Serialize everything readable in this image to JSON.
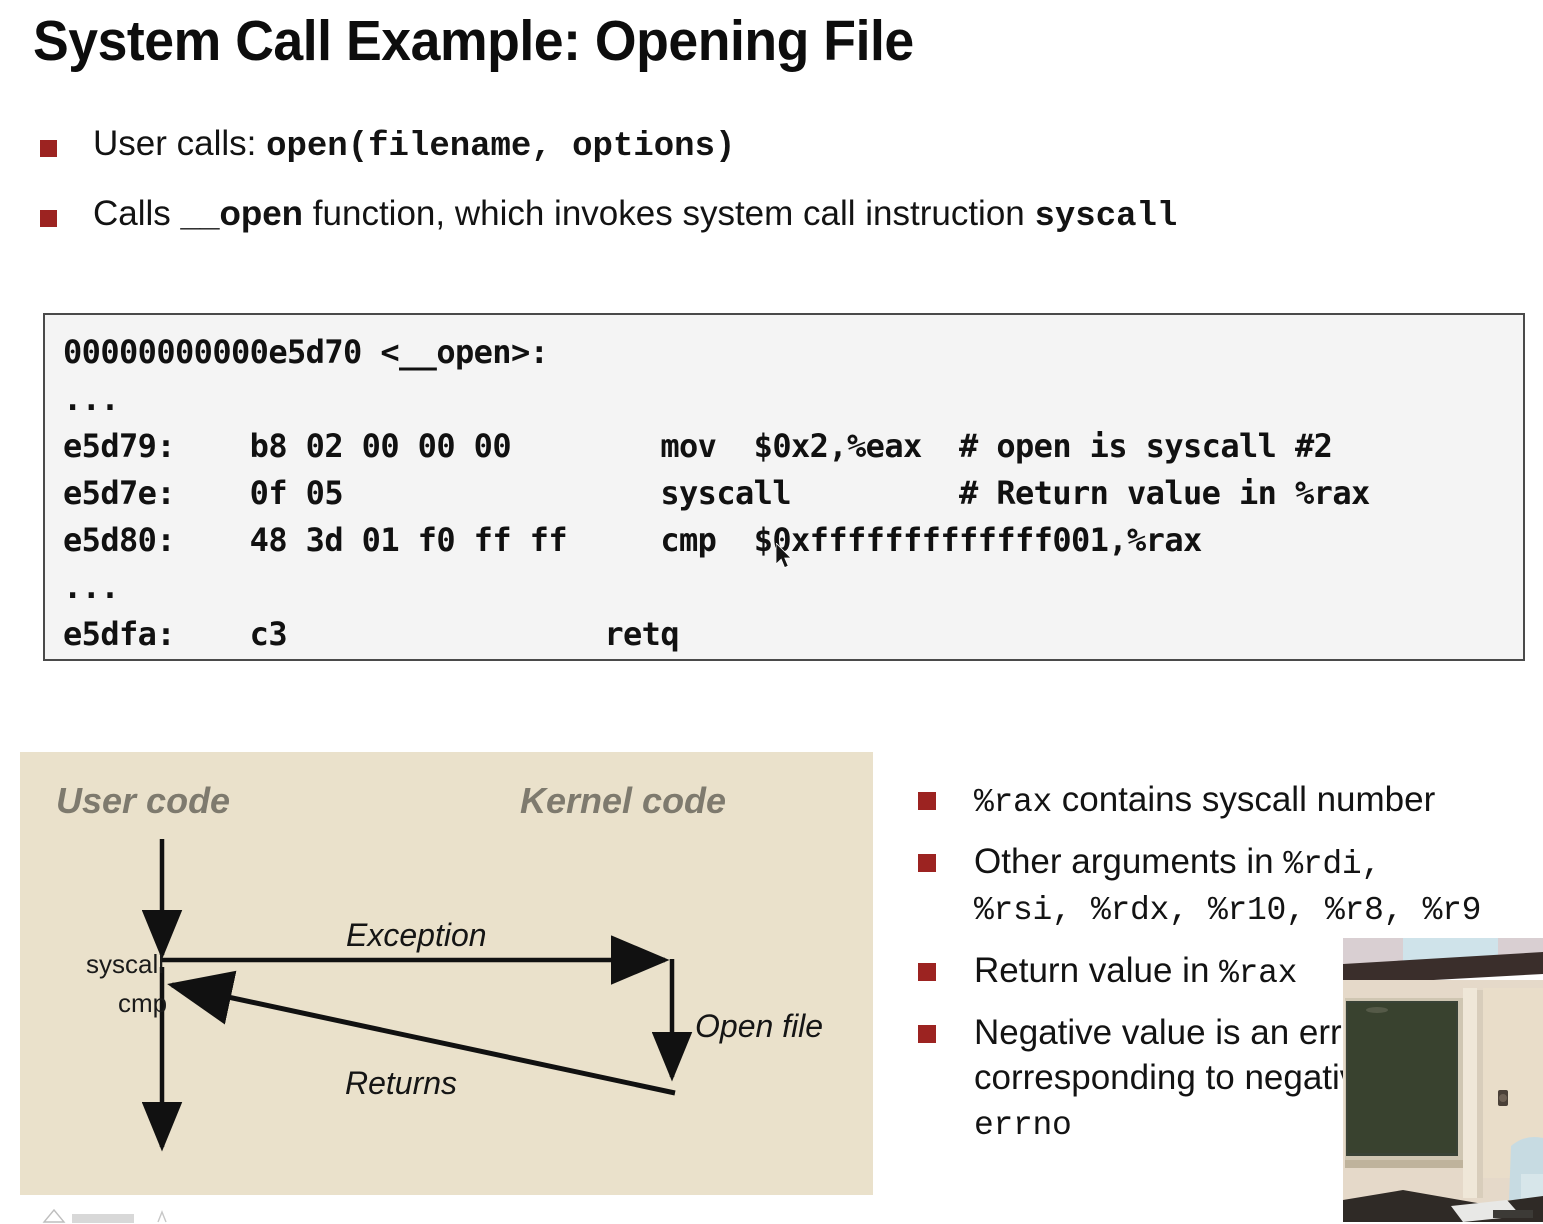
{
  "slide": {
    "title": "System Call Example: Opening File"
  },
  "top_bullets": [
    {
      "prefix": "User calls: ",
      "code": "open(filename, options)"
    },
    {
      "prefix": "Calls ",
      "emph": "__open",
      "middle": " function, which invokes system call instruction ",
      "code": "syscall"
    }
  ],
  "code_listing": {
    "lines": [
      "00000000000e5d70 <__open>:",
      "...",
      "e5d79:    b8 02 00 00 00        mov  $0x2,%eax  # open is syscall #2",
      "e5d7e:    0f 05                 syscall         # Return value in %rax",
      "e5d80:    48 3d 01 f0 ff ff     cmp  $0xfffffffffffff001,%rax",
      "...",
      "e5dfa:    c3                    retq"
    ],
    "header": "00000000000e5d70 <__open>:",
    "ellipsis_1": "...",
    "row_mov": {
      "addr": "e5d79:",
      "bytes": "b8 02 00 00 00",
      "mnemonic": "mov",
      "operands": "$0x2,%eax",
      "comment": "# open is syscall #2"
    },
    "row_syscall": {
      "addr": "e5d7e:",
      "bytes": "0f 05",
      "mnemonic": "syscall",
      "operands": "",
      "comment": "# Return value in %rax"
    },
    "row_cmp": {
      "addr": "e5d80:",
      "bytes": "48 3d 01 f0 ff ff",
      "mnemonic": "cmp",
      "operands": "$0xfffffffffffff001,%rax",
      "comment": ""
    },
    "ellipsis_2": "...",
    "row_retq": {
      "addr": "e5dfa:",
      "bytes": "c3",
      "mnemonic": "retq",
      "operands": "",
      "comment": ""
    }
  },
  "diagram": {
    "user_code": "User code",
    "kernel_code": "Kernel code",
    "syscall_label": "syscall",
    "cmp_label": "cmp",
    "exception_label": "Exception",
    "open_file_label": "Open file",
    "returns_label": "Returns",
    "background_color": "#eae1cb"
  },
  "right_bullets": [
    {
      "reg": "%rax",
      "text": "  contains syscall number"
    },
    {
      "text_a": "Other arguments in ",
      "reg_a": "%rdi,",
      "regs_b": "%rsi, %rdx, %r10, %r8, %r9"
    },
    {
      "text_a": "Return value in ",
      "reg_a": "%rax"
    },
    {
      "line1": "Negative value is an error",
      "line2": "corresponding to negative",
      "reg": "errno"
    }
  ],
  "colors": {
    "bullet_red": "#9c2321",
    "diagram_beige": "#eae1cb",
    "code_border": "#4a4a4a",
    "code_bg": "#f4f4f4",
    "title_text": "#0d0d0d"
  }
}
